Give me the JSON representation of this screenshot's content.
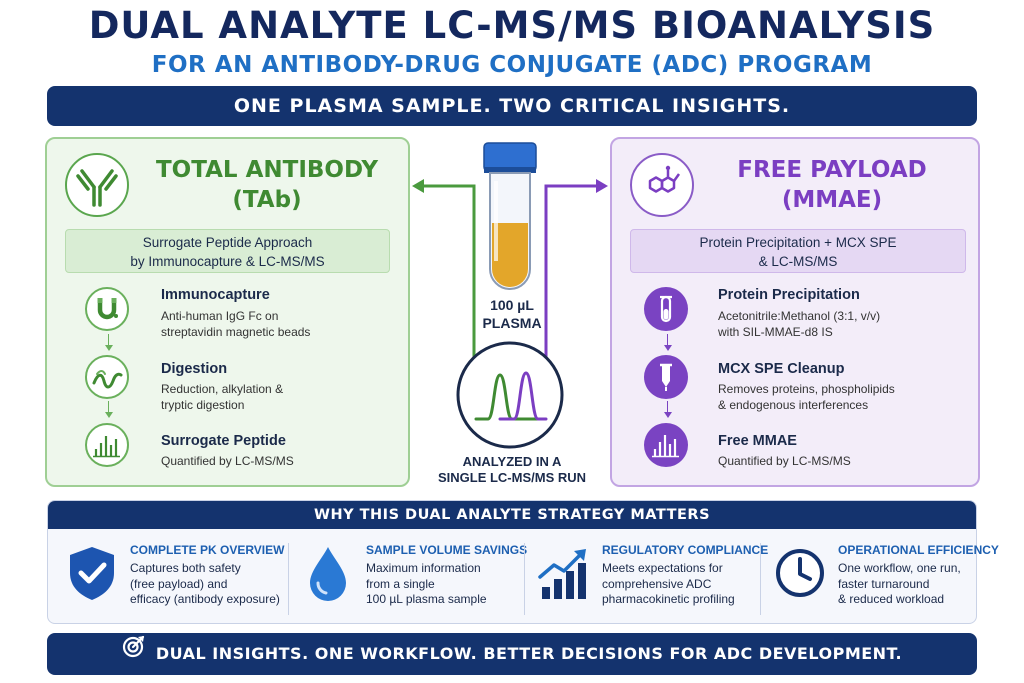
{
  "header": {
    "title": "DUAL ANALYTE LC-MS/MS BIOANALYSIS",
    "subtitle": "FOR AN ANTIBODY-DRUG CONJUGATE (ADC) PROGRAM",
    "banner": "ONE PLASMA SAMPLE. TWO CRITICAL INSIGHTS."
  },
  "total_antibody": {
    "title_line1": "TOTAL ANTIBODY",
    "title_line2": "(TAb)",
    "approach_line1": "Surrogate Peptide Approach",
    "approach_line2": "by Immunocapture & LC-MS/MS",
    "steps": [
      {
        "title": "Immunocapture",
        "desc_line1": "Anti-human IgG Fc on",
        "desc_line2": "streptavidin magnetic beads"
      },
      {
        "title": "Digestion",
        "desc_line1": "Reduction, alkylation &",
        "desc_line2": "tryptic digestion"
      },
      {
        "title": "Surrogate Peptide",
        "desc_line1": "Quantified by LC-MS/MS",
        "desc_line2": ""
      }
    ]
  },
  "free_payload": {
    "title_line1": "FREE PAYLOAD",
    "title_line2": "(MMAE)",
    "approach_line1": "Protein Precipitation + MCX SPE",
    "approach_line2": "& LC-MS/MS",
    "steps": [
      {
        "title": "Protein Precipitation",
        "desc_line1": "Acetonitrile:Methanol (3:1, v/v)",
        "desc_line2": "with SIL-MMAE-d8 IS"
      },
      {
        "title": "MCX SPE Cleanup",
        "desc_line1": "Removes proteins, phospholipids",
        "desc_line2": "& endogenous interferences"
      },
      {
        "title": "Free MMAE",
        "desc_line1": "Quantified by LC-MS/MS",
        "desc_line2": ""
      }
    ]
  },
  "center": {
    "tube_line1": "100 µL",
    "tube_line2": "PLASMA",
    "run_line1": "ANALYZED IN A",
    "run_line2": "SINGLE LC-MS/MS RUN"
  },
  "why": {
    "heading": "WHY THIS DUAL ANALYTE STRATEGY MATTERS",
    "items": [
      {
        "icon": "shield-check-icon",
        "title": "COMPLETE PK OVERVIEW",
        "desc_line1": "Captures both safety",
        "desc_line2": "(free payload) and",
        "desc_line3": "efficacy (antibody exposure)"
      },
      {
        "icon": "droplet-icon",
        "title": "SAMPLE VOLUME SAVINGS",
        "desc_line1": "Maximum information",
        "desc_line2": "from a single",
        "desc_line3": "100 µL plasma sample"
      },
      {
        "icon": "bar-trend-icon",
        "title": "REGULATORY COMPLIANCE",
        "desc_line1": "Meets expectations for",
        "desc_line2": "comprehensive ADC",
        "desc_line3": "pharmacokinetic profiling"
      },
      {
        "icon": "clock-icon",
        "title": "OPERATIONAL EFFICIENCY",
        "desc_line1": "One workflow, one run,",
        "desc_line2": "faster turnaround",
        "desc_line3": "& reduced workload"
      }
    ]
  },
  "footer": {
    "text": "DUAL INSIGHTS. ONE WORKFLOW. BETTER DECISIONS FOR ADC DEVELOPMENT."
  },
  "colors": {
    "navy": "#14336e",
    "blue": "#1f6fc4",
    "green": "#3f8a32",
    "purple": "#7b3ec2",
    "plasma": "#e3a62a"
  }
}
